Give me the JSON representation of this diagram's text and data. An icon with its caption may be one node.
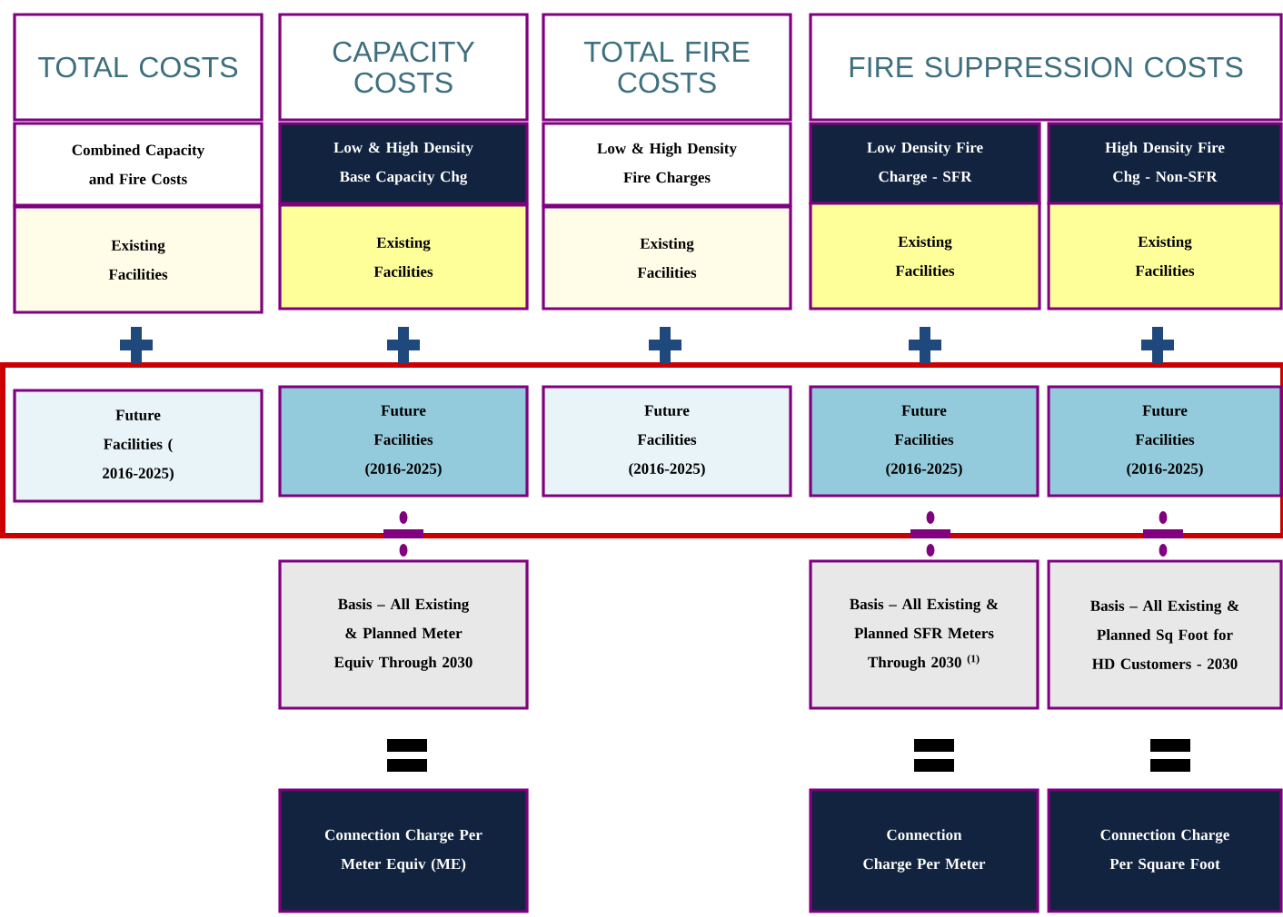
{
  "diagram": {
    "nodes": [
      {
        "text": [
          "TOTAL COSTS"
        ]
      },
      {
        "text": [
          "CAPACITY COSTS"
        ]
      },
      {
        "text": [
          "TOTAL FIRE COSTS"
        ]
      },
      {
        "text": [
          "FIRE SUPPRESSION COSTS"
        ]
      },
      {
        "text": [
          "Combined Capacity and Fire Costs"
        ]
      },
      {
        "text": [
          "Low & High Density Base Capacity Chg"
        ]
      },
      {
        "text": [
          "Low & High Density Fire Charges"
        ]
      },
      {
        "text": [
          "Low Density Fire Charge - SFR"
        ]
      },
      {
        "text": [
          "High Density Fire Chg - Non-SFR"
        ]
      },
      {
        "text": [
          "Existing Facilities"
        ]
      },
      {
        "text": [
          "Existing Facilities"
        ]
      },
      {
        "text": [
          "Existing Facilities"
        ]
      },
      {
        "text": [
          "Existing Facilities"
        ]
      },
      {
        "text": [
          "Existing Facilities"
        ]
      },
      {
        "text": [
          "Future Facilities ( 2016-2025)"
        ]
      },
      {
        "text": [
          "Future Facilities (2016-2025)"
        ]
      },
      {
        "text": [
          "Future Facilities (2016-2025)"
        ]
      },
      {
        "text": [
          "Future Facilities (2016-2025)"
        ]
      },
      {
        "text": [
          "Future Facilities (2016-2025)"
        ]
      },
      {
        "text": [
          "Basis – All Existing & Planned Meter Equiv Through 2030"
        ]
      },
      {
        "text": [
          "Basis – All Existing & Planned SFR Meters Through 2030 $^{(1)}$"
        ]
      },
      {
        "text": [
          "Basis – All Existing & Planned Sq Foot for HD Customers - 2030"
        ]
      },
      {
        "text": [
          "Connection Charge Per Meter Equiv (ME)"
        ]
      },
      {
        "text": [
          "Connection Charge Per Meter"
        ]
      },
      {
        "text": [
          "Connection Charge Per Square Foot"
        ]
      }
    ],
    "edges": []
  }
}
